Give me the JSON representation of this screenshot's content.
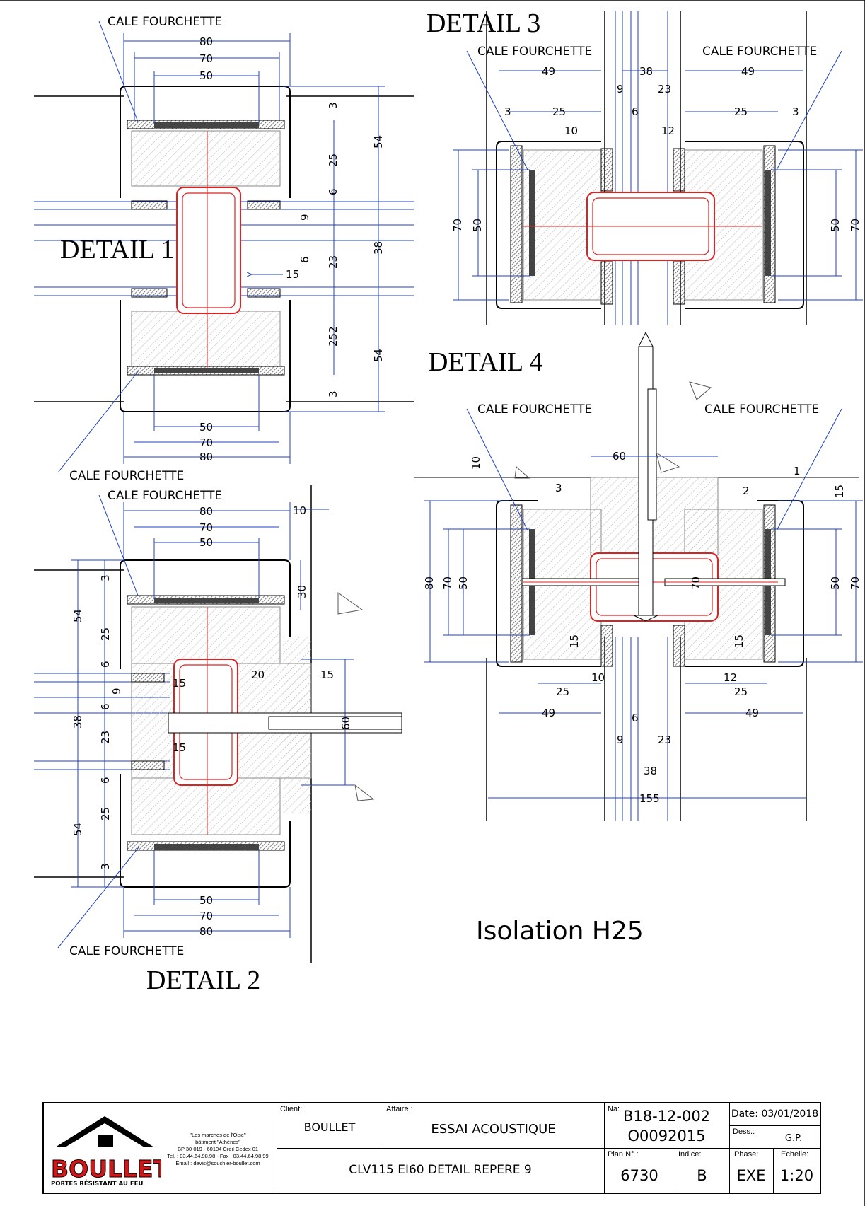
{
  "details": {
    "d1": {
      "title": "DETAIL 1"
    },
    "d2": {
      "title": "DETAIL 2"
    },
    "d3": {
      "title": "DETAIL 3"
    },
    "d4": {
      "title": "DETAIL 4"
    }
  },
  "callout": "CALE FOURCHETTE",
  "isolation": "Isolation H25",
  "dims": {
    "d80": "80",
    "d70": "70",
    "d50": "50",
    "d54": "54",
    "d38": "38",
    "d25": "25",
    "d23": "23",
    "d9": "9",
    "d6": "6",
    "d3": "3",
    "d15": "15",
    "d252": "252",
    "d10": "10",
    "d30": "30",
    "d20": "20",
    "d60": "60",
    "d49": "49",
    "d12": "12",
    "d2": "2",
    "d1": "1",
    "d155": "155"
  },
  "cartouche": {
    "company_lines": [
      "\"Les marches de l'Oise\"",
      "bâtiment \"Athènes\"",
      "BP 30 019 - 60104 Creil Cedex 01",
      "Tel. : 03.44.64.98.98 - Fax : 03.44.64.98.99",
      "Email : devis@souchier-boullet.com"
    ],
    "logo_text": "BOULLET",
    "logo_tagline": "PORTES RÉSISTANT AU FEU",
    "client_caption": "Client:",
    "client": "BOULLET",
    "affaire_caption": "Affaire :",
    "affaire": "ESSAI ACOUSTIQUE",
    "description": "CLV115 EI60 DETAIL REPERE 9",
    "na_caption": "Na:",
    "na": "B18-12-002",
    "order": "O0092015",
    "date": "Date: 03/01/2018",
    "dess_caption": "Dess.:",
    "dess": "G.P.",
    "plan_caption": "Plan N° :",
    "plan": "6730",
    "indice_caption": "Indice:",
    "indice": "B",
    "phase_caption": "Phase:",
    "phase": "EXE",
    "echelle_caption": "Echelle:",
    "echelle": "1:20"
  }
}
